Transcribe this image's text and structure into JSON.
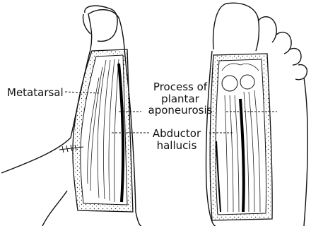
{
  "labels": {
    "metatarsal": "Metatarsal",
    "process_line1": "Process of",
    "process_line2": "plantar",
    "process_line3": "aponeurosis",
    "abductor_line1": "Abductor",
    "abductor_line2": "hallucis"
  }
}
